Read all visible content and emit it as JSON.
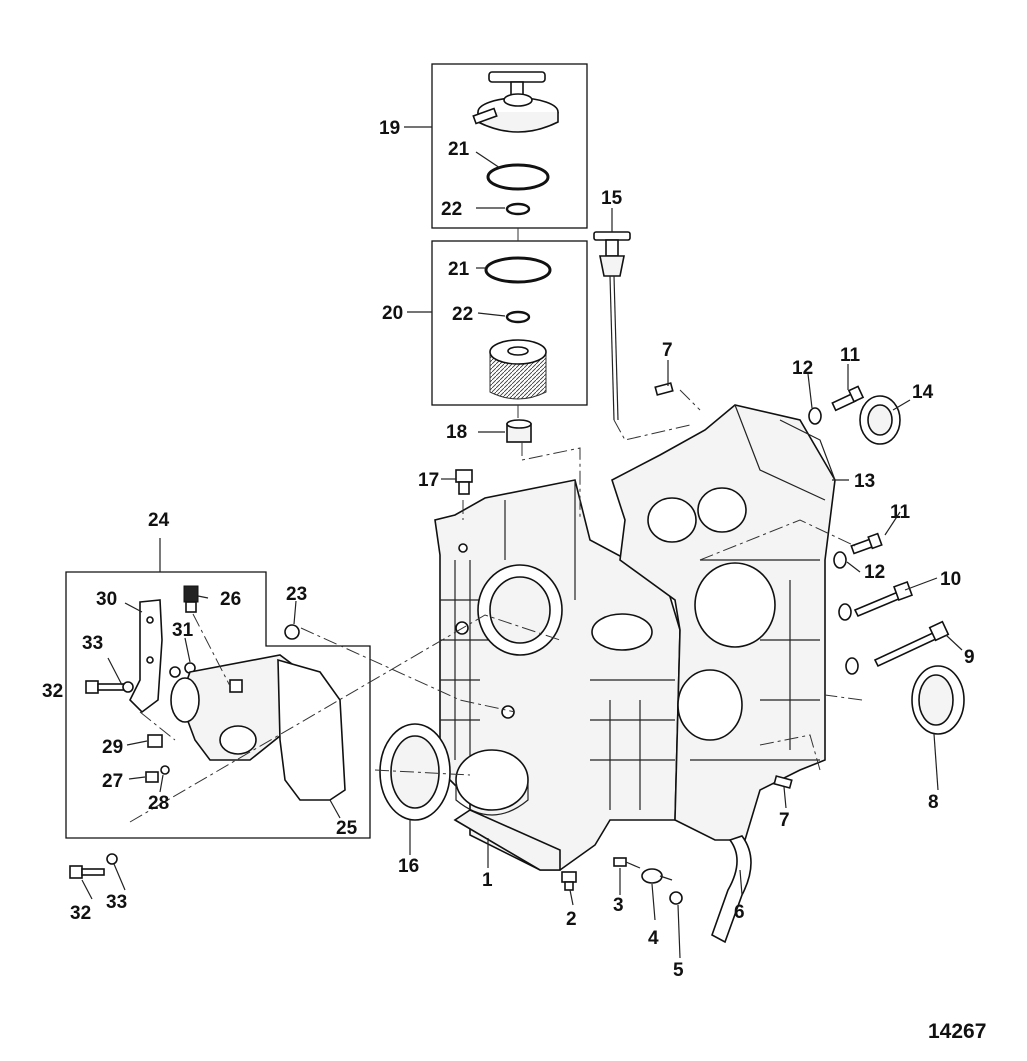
{
  "figure_number": "14267",
  "callouts": {
    "c1": "1",
    "c2": "2",
    "c3": "3",
    "c4": "4",
    "c5": "5",
    "c6": "6",
    "c7a": "7",
    "c7b": "7",
    "c8": "8",
    "c9": "9",
    "c10": "10",
    "c11a": "11",
    "c11b": "11",
    "c12a": "12",
    "c12b": "12",
    "c13": "13",
    "c14": "14",
    "c15": "15",
    "c16": "16",
    "c17": "17",
    "c18": "18",
    "c19": "19",
    "c20": "20",
    "c21a": "21",
    "c21b": "21",
    "c22a": "22",
    "c22b": "22",
    "c23": "23",
    "c24": "24",
    "c25": "25",
    "c26": "26",
    "c27": "27",
    "c28": "28",
    "c29": "29",
    "c30": "30",
    "c31": "31",
    "c32a": "32",
    "c32b": "32",
    "c33a": "33",
    "c33b": "33"
  }
}
